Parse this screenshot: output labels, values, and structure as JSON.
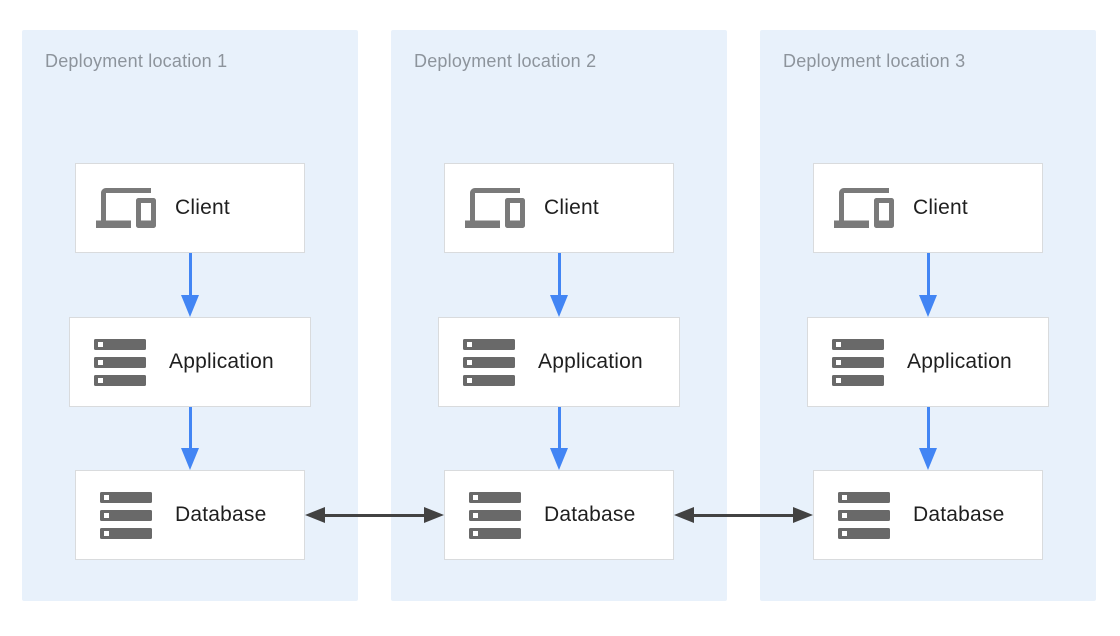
{
  "diagram": {
    "type": "architecture-diagram",
    "locations": [
      {
        "title": "Deployment location 1",
        "nodes": [
          {
            "label": "Client",
            "icon": "devices-icon"
          },
          {
            "label": "Application",
            "icon": "server-stack-icon"
          },
          {
            "label": "Database",
            "icon": "server-stack-icon"
          }
        ]
      },
      {
        "title": "Deployment location 2",
        "nodes": [
          {
            "label": "Client",
            "icon": "devices-icon"
          },
          {
            "label": "Application",
            "icon": "server-stack-icon"
          },
          {
            "label": "Database",
            "icon": "server-stack-icon"
          }
        ]
      },
      {
        "title": "Deployment location 3",
        "nodes": [
          {
            "label": "Client",
            "icon": "devices-icon"
          },
          {
            "label": "Application",
            "icon": "server-stack-icon"
          },
          {
            "label": "Database",
            "icon": "server-stack-icon"
          }
        ]
      }
    ],
    "connections": {
      "within_each_location": [
        {
          "from": "Client",
          "to": "Application",
          "style": "blue-arrow-down"
        },
        {
          "from": "Application",
          "to": "Database",
          "style": "blue-arrow-down"
        }
      ],
      "between_locations": [
        {
          "from": "Database (location 1)",
          "to": "Database (location 2)",
          "style": "dark-double-headed-arrow"
        },
        {
          "from": "Database (location 2)",
          "to": "Database (location 3)",
          "style": "dark-double-headed-arrow"
        }
      ]
    }
  },
  "colors": {
    "panel_bg": "#e8f1fb",
    "box_bg": "#ffffff",
    "box_border": "#d9dbdd",
    "title_text": "#8d949c",
    "label_text": "#1f1f1f",
    "icon_devices": "#7a7a7a",
    "icon_server": "#696969",
    "flow_arrow": "#4285f4",
    "replication_arrow": "#424242",
    "page_bg": "#ffffff"
  }
}
